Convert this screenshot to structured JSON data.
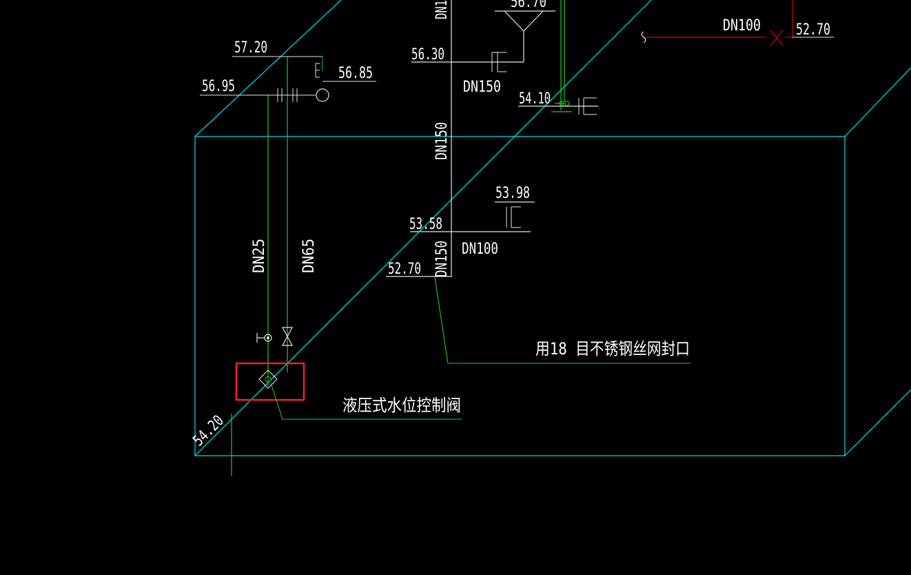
{
  "colors": {
    "background": "#000000",
    "tank": "#00e5ee",
    "pipe": "#22cc22",
    "pipe_thin": "#00dd44",
    "line_white": "#e6e6e6",
    "text": "#ffffff",
    "red": "#e00000",
    "highlight": "#ff2020"
  },
  "elevations": {
    "e5720": "57.20",
    "e5695": "56.95",
    "e5685": "56.85",
    "e5630": "56.30",
    "e5670": "56.70",
    "e5410": "54.10",
    "e5398": "53.98",
    "e5358": "53.58",
    "e5270a": "52.70",
    "e5270b": "52.70",
    "e5420": "54.20"
  },
  "pipe_sizes": {
    "dn25": "DN25",
    "dn65": "DN65",
    "dn150_label": "DN150",
    "dn150_vert": "DN150",
    "dn150_vert_low": "DN150",
    "dn150_top": "DN1",
    "dn100_mid": "DN100",
    "dn100_top": "DN100"
  },
  "notes": {
    "valve": "液压式水位控制阀",
    "screen": "用18 目不锈钢丝网封口"
  },
  "icons": {
    "valve": "gate-valve-icon",
    "float_ball": "float-ball-icon",
    "funnel": "funnel-icon",
    "break": "pipe-break-icon"
  }
}
